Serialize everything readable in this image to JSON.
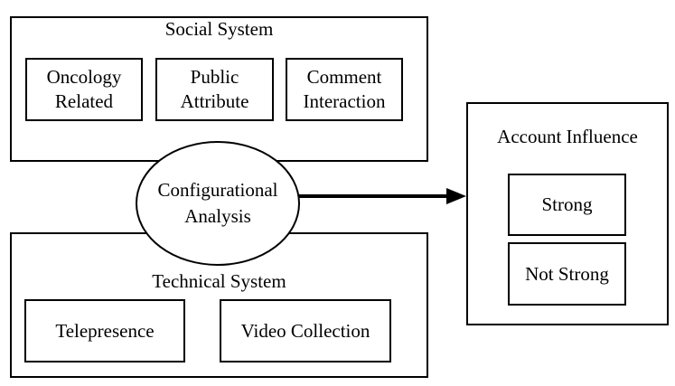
{
  "social_system": {
    "title": "Social System",
    "items": [
      {
        "line1": "Oncology",
        "line2": "Related"
      },
      {
        "line1": "Public",
        "line2": "Attribute"
      },
      {
        "line1": "Comment",
        "line2": "Interaction"
      }
    ]
  },
  "technical_system": {
    "title": "Technical System",
    "items": [
      "Telepresence",
      "Video Collection"
    ]
  },
  "center": {
    "line1": "Configurational",
    "line2": "Analysis"
  },
  "account_influence": {
    "title": "Account Influence",
    "items": [
      "Strong",
      "Not Strong"
    ]
  }
}
